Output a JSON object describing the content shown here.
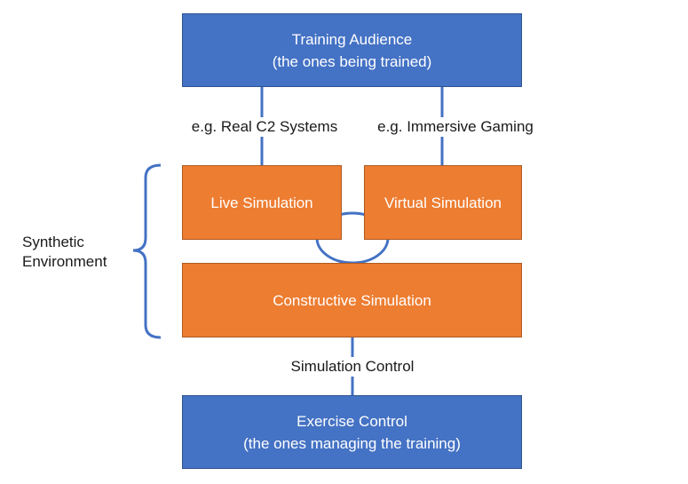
{
  "training_audience": {
    "title": "Training Audience",
    "subtitle": "(the ones being trained)"
  },
  "connectors": {
    "left_label": "e.g. Real C2 Systems",
    "right_label": "e.g. Immersive Gaming",
    "bottom_label": "Simulation Control"
  },
  "synthetic_environment": {
    "label_line1": "Synthetic",
    "label_line2": "Environment"
  },
  "simulations": {
    "live": "Live Simulation",
    "virtual": "Virtual Simulation",
    "constructive": "Constructive Simulation"
  },
  "exercise_control": {
    "title": "Exercise Control",
    "subtitle": "(the ones managing the training)"
  },
  "colors": {
    "blue": "#4472c4",
    "orange": "#ed7d31",
    "connector": "#4472c4"
  }
}
